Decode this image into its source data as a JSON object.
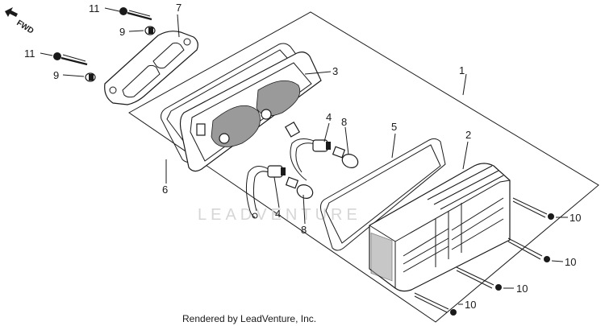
{
  "diagram": {
    "direction_marker": "FWD",
    "watermark": "LEADVENTURE",
    "credit": "Rendered by LeadVenture, Inc.",
    "callouts": {
      "c1": "1",
      "c2": "2",
      "c3": "3",
      "c4a": "4",
      "c4b": "4",
      "c5": "5",
      "c6": "6",
      "c7": "7",
      "c8a": "8",
      "c8b": "8",
      "c9a": "9",
      "c9b": "9",
      "c10a": "10",
      "c10b": "10",
      "c10c": "10",
      "c10d": "10",
      "c11a": "11",
      "c11b": "11"
    }
  }
}
